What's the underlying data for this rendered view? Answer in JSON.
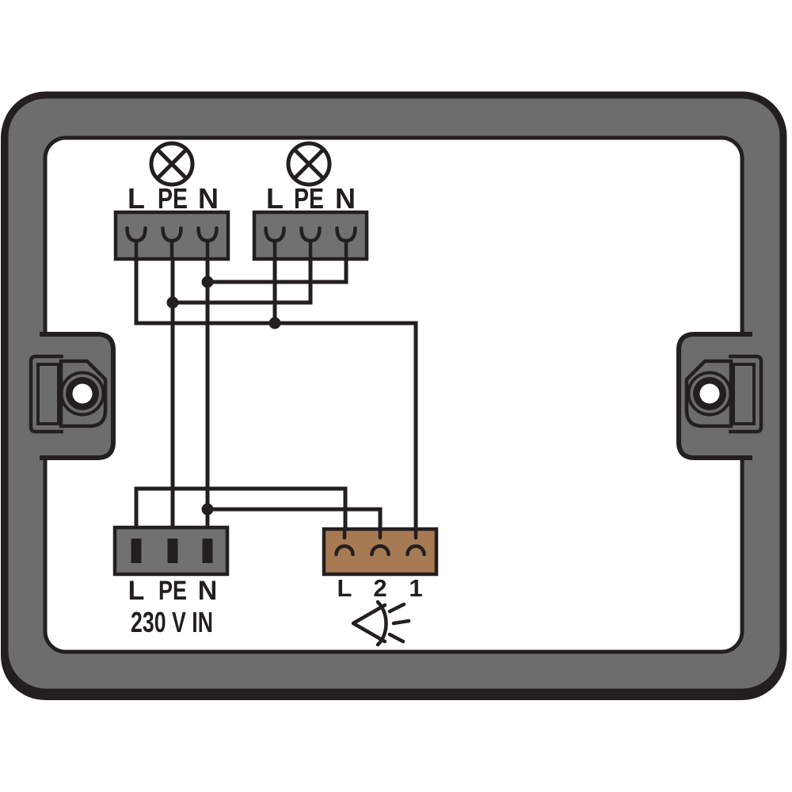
{
  "diagram": {
    "kind": "distribution-box wiring diagram",
    "colors": {
      "frame_gray": "#6d6d6d",
      "connector_gray": "#717171",
      "switch_brown": "#a67a52",
      "line_black": "#231f20",
      "background": "#ffffff"
    },
    "outputs": {
      "lamp1": {
        "icon": "lamp-icon",
        "terminals": [
          "L",
          "PE",
          "N"
        ]
      },
      "lamp2": {
        "icon": "lamp-icon",
        "terminals": [
          "L",
          "PE",
          "N"
        ]
      }
    },
    "input": {
      "caption": "230 V IN",
      "terminals": [
        "L",
        "PE",
        "N"
      ]
    },
    "switch": {
      "icon": "switch-light-icon",
      "terminals": [
        "L",
        "2",
        "1"
      ]
    }
  }
}
